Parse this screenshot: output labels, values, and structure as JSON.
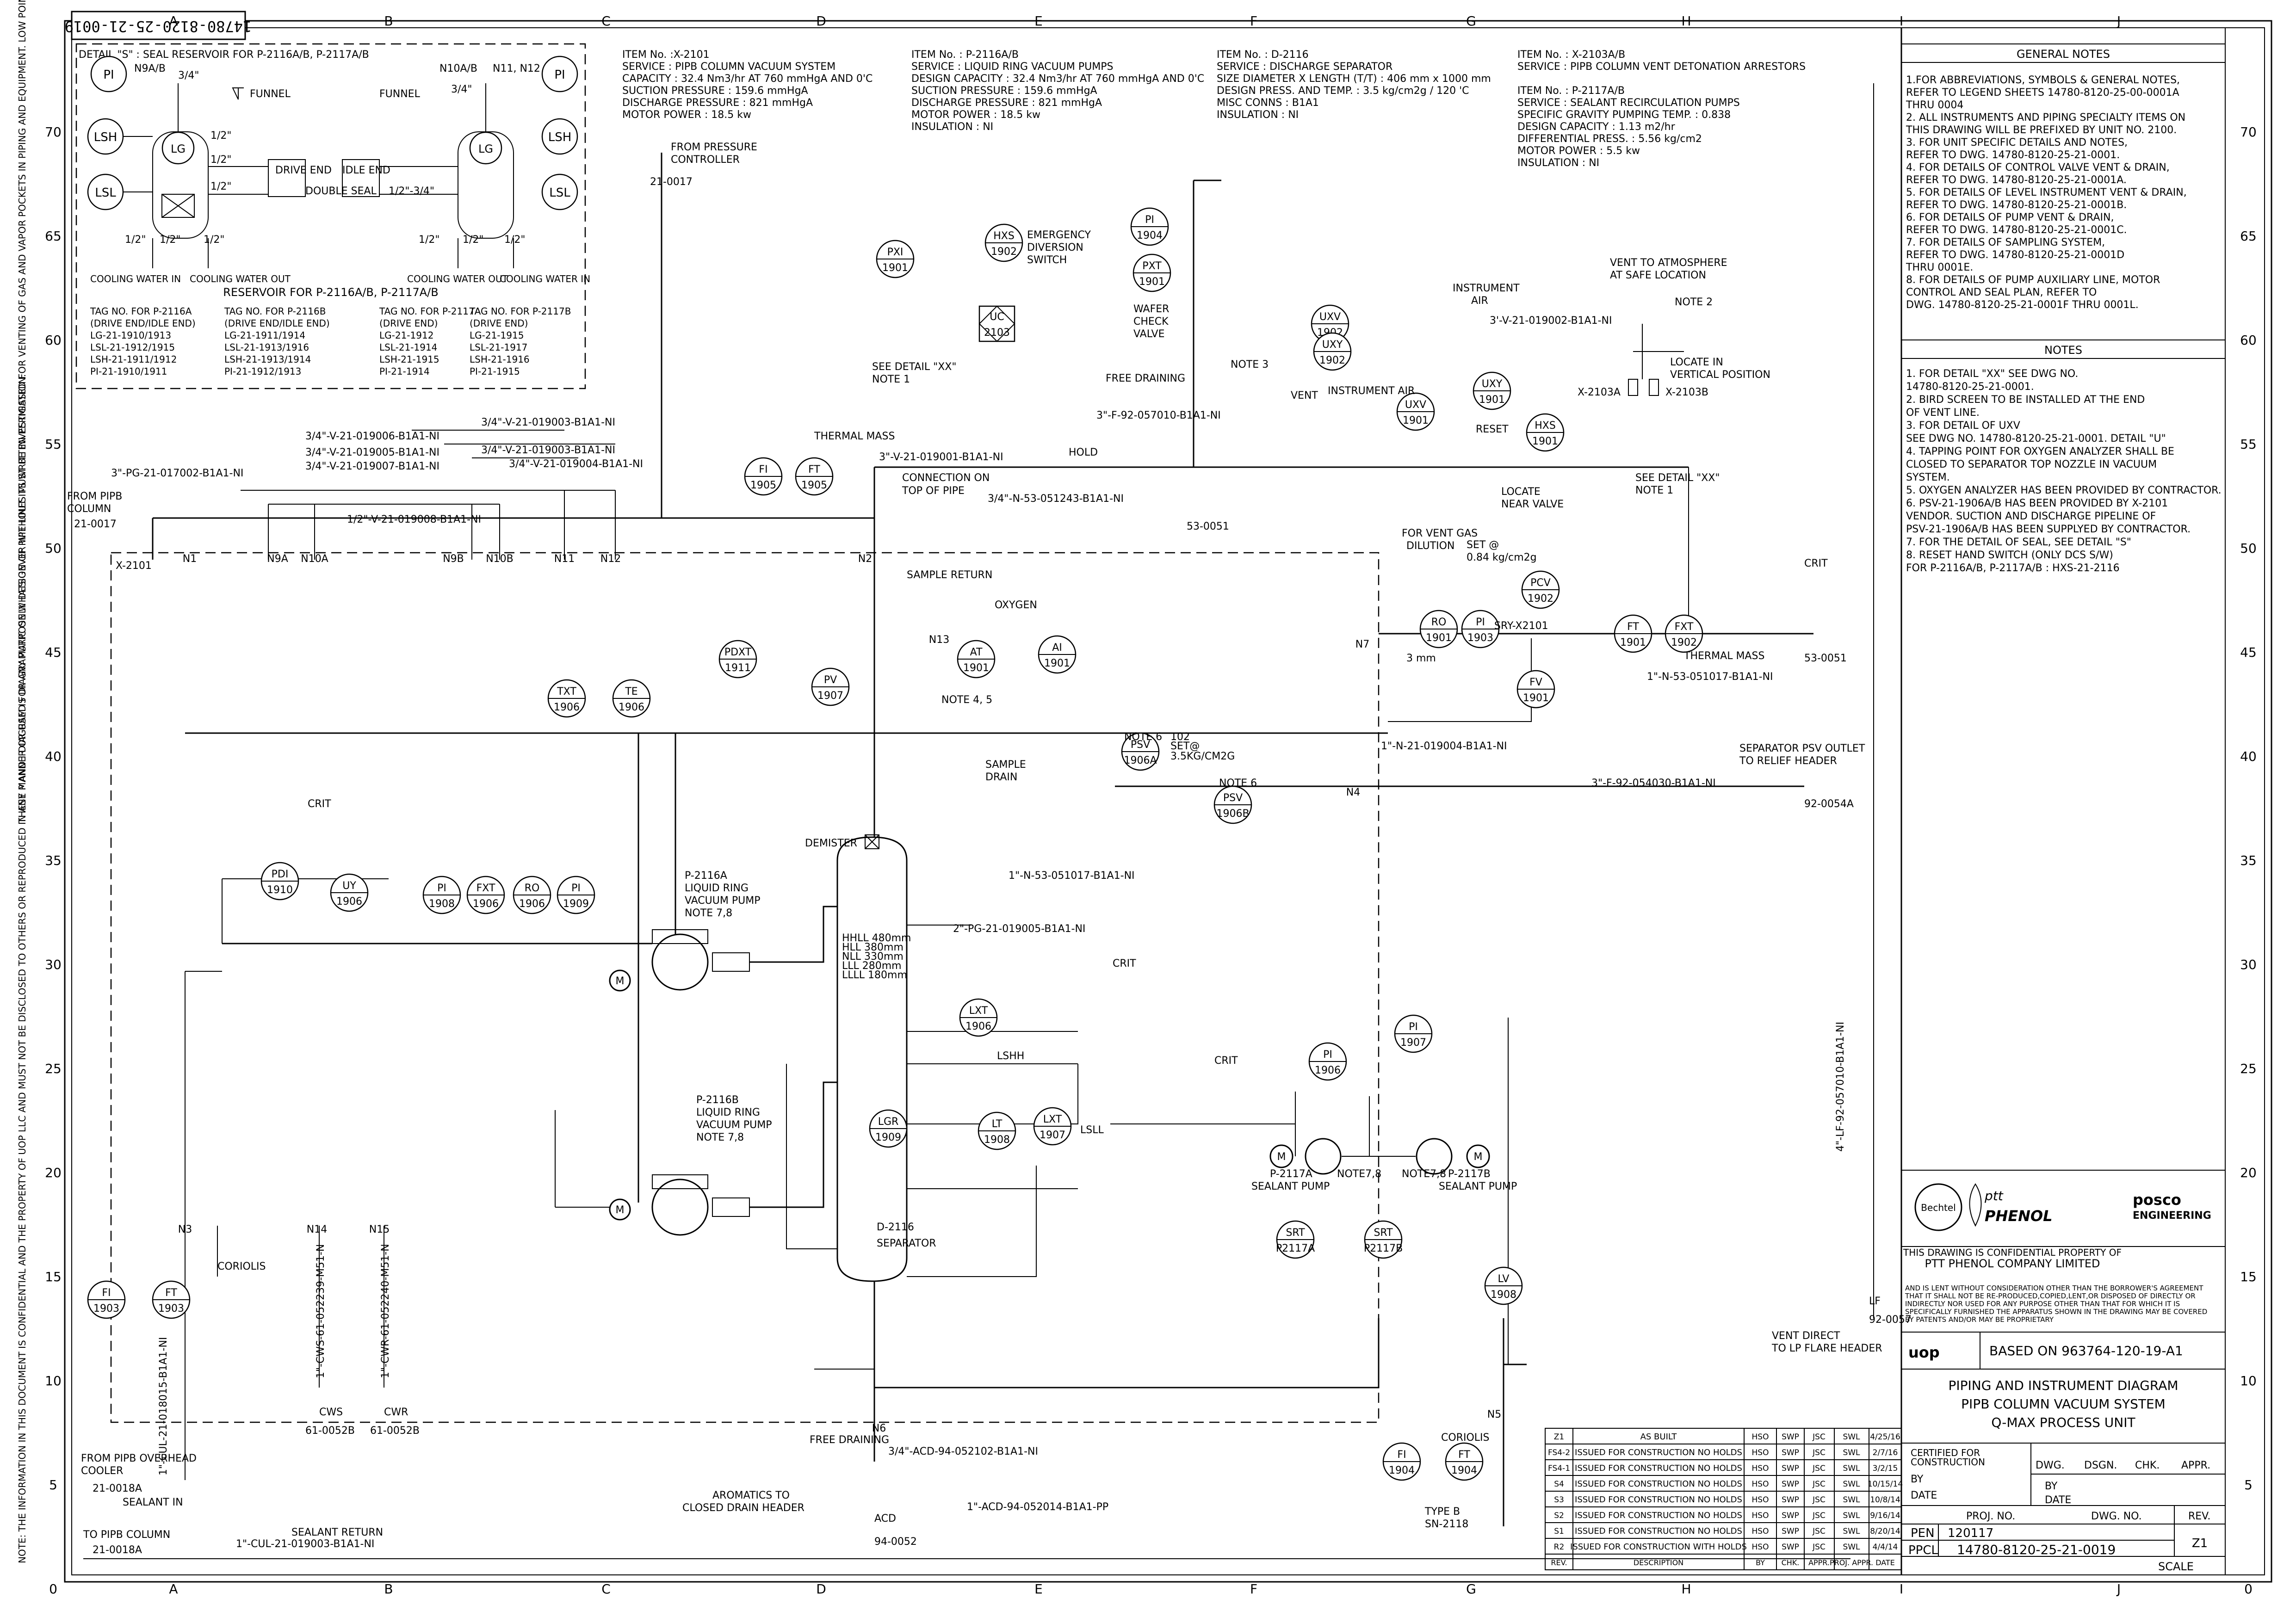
{
  "drawing_id_top": "14780-8120-25-21-0019",
  "col_letters": [
    "A",
    "B",
    "C",
    "D",
    "E",
    "F",
    "G",
    "H",
    "I",
    "J"
  ],
  "row_numbers": [
    "70",
    "65",
    "60",
    "55",
    "50",
    "45",
    "40",
    "35",
    "30",
    "25",
    "20",
    "15",
    "10",
    "5",
    "0"
  ],
  "detail_s": {
    "title": "DETAIL \"S\" : SEAL RESERVOIR FOR P-2116A/B, P-2117A/B",
    "subtitle": "RESERVOIR FOR P-2116A/B, P-2117A/B",
    "labels": [
      "PI",
      "LSH",
      "LG",
      "LSL",
      "N9A/B",
      "N10A/B",
      "N11, N12",
      "DRIVE END",
      "IDLE END",
      "DOUBLE SEAL",
      "FUNNEL",
      "COOLING WATER IN",
      "COOLING WATER OUT",
      "3/4\"",
      "1/2\"",
      "1/2\"-3/4\""
    ],
    "tag_table": [
      [
        "TAG NO. FOR P-2116A",
        "(DRIVE END/IDLE END)",
        "LG-21-1910/1913",
        "LSL-21-1912/1915",
        "LSH-21-1911/1912",
        "PI-21-1910/1911"
      ],
      [
        "TAG NO. FOR P-2116B",
        "(DRIVE END/IDLE END)",
        "LG-21-1911/1914",
        "LSL-21-1913/1916",
        "LSH-21-1913/1914",
        "PI-21-1912/1913"
      ],
      [
        "TAG NO. FOR P-2117A",
        "(DRIVE END)",
        "LG-21-1912",
        "LSL-21-1914",
        "LSH-21-1915",
        "PI-21-1914"
      ],
      [
        "TAG NO. FOR P-2117B",
        "(DRIVE END)",
        "LG-21-1915",
        "LSL-21-1917",
        "LSH-21-1916",
        "PI-21-1915"
      ]
    ]
  },
  "items": [
    {
      "lines": [
        "ITEM No. :X-2101",
        "SERVICE : PIPB COLUMN VACUUM SYSTEM",
        "CAPACITY : 32.4 Nm3/hr AT 760 mmHgA AND 0'C",
        "SUCTION PRESSURE : 159.6 mmHgA",
        "DISCHARGE PRESSURE : 821 mmHgA",
        "MOTOR POWER : 18.5 kw"
      ]
    },
    {
      "lines": [
        "ITEM No. : P-2116A/B",
        "SERVICE : LIQUID RING VACUUM PUMPS",
        "DESIGN CAPACITY : 32.4 Nm3/hr AT 760 mmHgA AND 0'C",
        "SUCTION PRESSURE : 159.6 mmHgA",
        "DISCHARGE PRESSURE : 821 mmHgA",
        "MOTOR POWER : 18.5 kw",
        "INSULATION : NI"
      ]
    },
    {
      "lines": [
        "ITEM No. : D-2116",
        "SERVICE : DISCHARGE SEPARATOR",
        "SIZE DIAMETER X LENGTH (T/T) : 406 mm x 1000 mm",
        "DESIGN PRESS. AND TEMP. : 3.5 kg/cm2g / 120 'C",
        "MISC CONNS : B1A1",
        "INSULATION : NI"
      ]
    },
    {
      "lines": [
        "ITEM No. : X-2103A/B",
        "SERVICE : PIPB COLUMN VENT DETONATION ARRESTORS",
        "",
        "ITEM No. : P-2117A/B",
        "SERVICE : SEALANT RECIRCULATION PUMPS",
        "SPECIFIC GRAVITY PUMPING TEMP. : 0.838",
        "DESIGN CAPACITY : 1.13 m2/hr",
        "DIFFERENTIAL PRESS. : 5.56 kg/cm2",
        "MOTOR POWER : 5.5 kw",
        "INSULATION : NI"
      ]
    }
  ],
  "general_notes_title": "GENERAL NOTES",
  "general_notes": [
    "1.FOR ABBREVIATIONS, SYMBOLS & GENERAL NOTES,",
    "   REFER TO LEGEND SHEETS 14780-8120-25-00-0001A",
    "   THRU 0004",
    "2. ALL INSTRUMENTS AND PIPING SPECIALTY ITEMS ON",
    "   THIS DRAWING WILL BE PREFIXED BY UNIT NO. 2100.",
    "3. FOR UNIT SPECIFIC DETAILS AND NOTES,",
    "   REFER TO DWG. 14780-8120-25-21-0001.",
    "4. FOR DETAILS OF CONTROL VALVE VENT & DRAIN,",
    "   REFER TO DWG. 14780-8120-25-21-0001A.",
    "5. FOR DETAILS OF LEVEL INSTRUMENT VENT & DRAIN,",
    "   REFER TO DWG. 14780-8120-25-21-0001B.",
    "6. FOR DETAILS OF PUMP VENT & DRAIN,",
    "   REFER TO DWG. 14780-8120-25-21-0001C.",
    "7. FOR DETAILS OF SAMPLING SYSTEM,",
    "   REFER TO DWG. 14780-8120-25-21-0001D",
    "   THRU 0001E.",
    "8. FOR DETAILS OF PUMP AUXILIARY LINE, MOTOR",
    "   CONTROL AND SEAL PLAN, REFER TO",
    "   DWG. 14780-8120-25-21-0001F THRU 0001L."
  ],
  "notes_title": "NOTES",
  "notes": [
    "1. FOR DETAIL \"XX\" SEE DWG NO.",
    "   14780-8120-25-21-0001.",
    "2. BIRD SCREEN TO BE INSTALLED AT THE END",
    "   OF VENT LINE.",
    "3. FOR DETAIL OF UXV",
    "   SEE DWG NO. 14780-8120-25-21-0001. DETAIL \"U\"",
    "4. TAPPING POINT FOR OXYGEN ANALYZER SHALL BE",
    "   CLOSED TO SEPARATOR TOP NOZZLE IN VACUUM",
    "   SYSTEM.",
    "5. OXYGEN ANALYZER HAS BEEN PROVIDED BY CONTRACTOR.",
    "6. PSV-21-1906A/B HAS BEEN PROVIDED BY X-2101",
    "   VENDOR. SUCTION AND DISCHARGE PIPELINE OF",
    "   PSV-21-1906A/B HAS BEEN SUPPLYED BY CONTRACTOR.",
    "7. FOR THE DETAIL OF SEAL, SEE DETAIL \"S\"",
    "8. RESET HAND SWITCH (ONLY DCS S/W)",
    "   FOR P-2116A/B, P-2117A/B : HXS-21-2116"
  ],
  "logos": {
    "bechtel": "Bechtel",
    "ptt": "PHENOL",
    "ptt_prefix": "ptt",
    "posco1": "posco",
    "posco2": "ENGINEERING",
    "uop": "uop"
  },
  "confidential": {
    "line1": "THIS DRAWING IS CONFIDENTIAL PROPERTY OF",
    "line2": "PTT PHENOL COMPANY LIMITED",
    "body": [
      "AND IS LENT WITHOUT CONSIDERATION OTHER THAN THE BORROWER'S AGREEMENT",
      "THAT IT SHALL NOT BE RE-PRODUCED,COPIED,LENT,OR DISPOSED OF DIRECTLY OR",
      "INDIRECTLY NOR USED FOR ANY PURPOSE OTHER THAN THAT FOR WHICH IT IS",
      "SPECIFICALLY FURNISHED THE APPARATUS SHOWN IN THE DRAWING MAY BE COVERED",
      "BY PATENTS AND/OR MAY BE PROPRIETARY"
    ]
  },
  "based_on": "BASED ON 963764-120-19-A1",
  "title_block": [
    "PIPING AND INSTRUMENT DIAGRAM",
    "PIPB COLUMN VACUUM SYSTEM",
    "Q-MAX PROCESS UNIT"
  ],
  "cert": {
    "certified": "CERTIFIED FOR",
    "construction": "CONSTRUCTION",
    "by": "BY",
    "date": "DATE",
    "cols": [
      "DWG.",
      "DSGN.",
      "CHK.",
      "APPR."
    ]
  },
  "proj_headers": [
    "PROJ. NO.",
    "DWG. NO.",
    "REV."
  ],
  "pen": "PEN",
  "proj_no": "120117",
  "ppcl": "PPCL",
  "dwg_no": "14780-8120-25-21-0019",
  "rev": "Z1",
  "scale": "SCALE",
  "revisions": [
    [
      "Z1",
      "AS BUILT",
      "HSO",
      "SWP",
      "JSC",
      "SWL",
      "4/25/16"
    ],
    [
      "FS4-2",
      "ISSUED FOR CONSTRUCTION NO HOLDS",
      "HSO",
      "SWP",
      "JSC",
      "SWL",
      "2/7/16"
    ],
    [
      "FS4-1",
      "ISSUED FOR CONSTRUCTION NO HOLDS",
      "HSO",
      "SWP",
      "JSC",
      "SWL",
      "3/2/15"
    ],
    [
      "S4",
      "ISSUED FOR CONSTRUCTION NO HOLDS",
      "HSO",
      "SWP",
      "JSC",
      "SWL",
      "10/15/14"
    ],
    [
      "S3",
      "ISSUED FOR CONSTRUCTION NO HOLDS",
      "HSO",
      "SWP",
      "JSC",
      "SWL",
      "10/8/14"
    ],
    [
      "S2",
      "ISSUED FOR CONSTRUCTION NO HOLDS",
      "HSO",
      "SWP",
      "JSC",
      "SWL",
      "9/16/14"
    ],
    [
      "S1",
      "ISSUED FOR CONSTRUCTION NO HOLDS",
      "HSO",
      "SWP",
      "JSC",
      "SWL",
      "8/20/14"
    ],
    [
      "R2",
      "ISSUED FOR CONSTRUCTION WITH HOLDS",
      "HSO",
      "SWP",
      "JSC",
      "SWL",
      "4/4/14"
    ]
  ],
  "rev_headers": [
    "REV.",
    "DESCRIPTION",
    "BY",
    "CHK.",
    "APPR.",
    "PROJ. APPR.",
    "DATE"
  ],
  "side_text_left": "THESE P AND I DIAGRAM IS DIAGRAMATIC ONLY. DESIGN OF PIPE LINES MUST BE INVESTIGATED FOR VENTING OF GAS AND VAPOR POCKETS IN PIPING AND EQUIPMENT. LOW POINTS IN PIPING, PUMPS AND EQUIPMENT FOR DRAINING AND ACCESSIBILITY OF ALL VALVES, FLANGES, INSTRUMENTS INCLUDING THERMOWELLS, ETC.",
  "side_text_left2": "NOTE: THE INFORMATION IN THIS DOCUMENT IS CONFIDENTIAL AND THE PROPERTY OF UOP LLC AND MUST NOT BE DISCLOSED TO OTHERS OR REPRODUCED IN ANY MANNER OR USED FOR ANY PURPOSE WHATSOEVER WITHOUT ITS WRITTEN PERMISSION.",
  "instruments": [
    {
      "t": "PI",
      "n": "1904"
    },
    {
      "t": "PXT",
      "n": "1901"
    },
    {
      "t": "HXS",
      "n": "1902"
    },
    {
      "t": "PXI",
      "n": "1901"
    },
    {
      "t": "UC",
      "n": "2103"
    },
    {
      "t": "UXV",
      "n": "1902"
    },
    {
      "t": "UXY",
      "n": "1902"
    },
    {
      "t": "FI",
      "n": "1905"
    },
    {
      "t": "FT",
      "n": "1905"
    },
    {
      "t": "RO",
      "n": "1901"
    },
    {
      "t": "PI",
      "n": "1903"
    },
    {
      "t": "PCV",
      "n": "1902"
    },
    {
      "t": "FV",
      "n": "1901"
    },
    {
      "t": "FT",
      "n": "1901"
    },
    {
      "t": "FXT",
      "n": "1902"
    },
    {
      "t": "UXV",
      "n": "1901"
    },
    {
      "t": "UXY",
      "n": "1901"
    },
    {
      "t": "HXS",
      "n": "1901"
    },
    {
      "t": "AT",
      "n": "1901"
    },
    {
      "t": "AI",
      "n": "1901"
    },
    {
      "t": "PDXT",
      "n": "1911"
    },
    {
      "t": "PV",
      "n": "1907"
    },
    {
      "t": "TXT",
      "n": "1906"
    },
    {
      "t": "TE",
      "n": "1906"
    },
    {
      "t": "PDI",
      "n": "1910"
    },
    {
      "t": "UY",
      "n": "1906"
    },
    {
      "t": "PI",
      "n": "1908"
    },
    {
      "t": "FXT",
      "n": "1906"
    },
    {
      "t": "RO",
      "n": "1906"
    },
    {
      "t": "PI",
      "n": "1909"
    },
    {
      "t": "LXT",
      "n": "1906"
    },
    {
      "t": "LT",
      "n": "1908"
    },
    {
      "t": "LXT",
      "n": "1907"
    },
    {
      "t": "LGR",
      "n": "1909"
    },
    {
      "t": "PI",
      "n": "1906"
    },
    {
      "t": "PI",
      "n": "1907"
    },
    {
      "t": "SRT",
      "n": "P2117A"
    },
    {
      "t": "SRT",
      "n": "P2117B"
    },
    {
      "t": "LV",
      "n": "1908"
    },
    {
      "t": "FI",
      "n": "1903"
    },
    {
      "t": "FT",
      "n": "1903"
    },
    {
      "t": "FI",
      "n": "1904"
    },
    {
      "t": "FT",
      "n": "1904"
    },
    {
      "t": "PSV",
      "n": "1906A"
    },
    {
      "t": "PSV",
      "n": "1906B"
    }
  ],
  "line_labels": [
    "3/4\"-V-21-019006-B1A1-NI",
    "3/4\"-V-21-019005-B1A1-NI",
    "3/4\"-V-21-019007-B1A1-NI",
    "3/4\"-V-21-019003-B1A1-NI",
    "3/4\"-V-21-019003-B1A1-NI",
    "3/4\"-V-21-019004-B1A1-NI",
    "3\"-PG-21-017002-B1A1-NI",
    "1/2\"-V-21-019008-B1A1-NI",
    "3\"-V-21-019001-B1A1-NI",
    "3/4\"-N-53-051243-B1A1-NI",
    "3\"-F-92-057010-B1A1-NI",
    "3'-V-21-019002-B1A1-NI",
    "1\"-N-53-051017-B1A1-NI",
    "1\"-N-21-019004-B1A1-NI",
    "3\"-F-92-054030-B1A1-NI",
    "1\"-N-53-051017-B1A1-NI",
    "2\"-PG-21-019005-B1A1-NI",
    "3/4\"-ACD-94-052102-B1A1-NI",
    "1\"-ACD-94-052014-B1A1-PP",
    "1\"-CUL-21-019003-B1A1-NI",
    "1\"-CUL-21-018015-B1A1-NI",
    "4\"-LF-92-057010-B1A1-NI",
    "1\"-CWS-61-052239-M51-N",
    "1\"-CWR-61-052240-M51-N"
  ],
  "callouts": {
    "from_pressure": "FROM PRESSURE",
    "controller": "CONTROLLER",
    "off_pg": "21-0017",
    "thermal_mass": "THERMAL MASS",
    "connection": "CONNECTION ON",
    "top_of_pipe": "TOP OF PIPE",
    "hold": "HOLD",
    "n53": "53-0051",
    "emergency1": "EMERGENCY",
    "emergency2": "DIVERSION",
    "emergency3": "SWITCH",
    "wafer1": "WAFER",
    "wafer2": "CHECK",
    "wafer3": "VALVE",
    "free_draining": "FREE DRAINING",
    "note3": "NOTE 3",
    "vent": "VENT",
    "instrument_air": "INSTRUMENT AIR",
    "instrument": "INSTRUMENT",
    "air": "AIR",
    "vent_atm1": "VENT TO ATMOSPHERE",
    "vent_atm2": "AT SAFE LOCATION",
    "note2": "NOTE 2",
    "locate1": "LOCATE IN",
    "locate2": "VERTICAL POSITION",
    "x2103a": "X-2103A",
    "x2103b": "X-2103B",
    "reset": "RESET",
    "locate_near1": "LOCATE",
    "locate_near2": "NEAR VALVE",
    "see_xx": "SEE DETAIL \"XX\"",
    "note1": "NOTE 1",
    "see_xx_note1a": "SEE DETAIL \"XX\"",
    "see_xx_note1b": "NOTE 1",
    "for_vent_gas1": "FOR VENT GAS",
    "for_vent_gas2": "DILUTION",
    "set1": "SET @",
    "set2": "0.84 kg/cm2g",
    "srv": "SRY-X2101",
    "three_mm": "3 mm",
    "thermal_mass2": "THERMAL MASS",
    "n53_2": "53-0051",
    "sep_psv1": "SEPARATOR PSV OUTLET",
    "sep_psv2": "TO RELIEF HEADER",
    "f92": "92-0054A",
    "sample_return": "SAMPLE RETURN",
    "oxygen": "OXYGEN",
    "note45": "NOTE 4, 5",
    "sample_drain1": "SAMPLE",
    "sample_drain2": "DRAIN",
    "demister": "DEMISTER",
    "hhll": "HHLL 480mm",
    "hll": "HLL 380mm",
    "nll": "NLL 330mm",
    "lll": "LLL 280mm",
    "llll": "LLLL 180mm",
    "d2116a": "D-2116",
    "d2116b": "SEPARATOR",
    "p2116a1": "P-2116A",
    "p2116a2": "LIQUID RING",
    "p2116a3": "VACUUM PUMP",
    "p2116a4": "NOTE 7,8",
    "p2116b1": "P-2116B",
    "p2116b2": "LIQUID RING",
    "p2116b3": "VACUUM PUMP",
    "p2116b4": "NOTE 7,8",
    "p2117a1": "P-2117A",
    "p2117a2": "SEALANT PUMP",
    "p2117b1": "P-2117B",
    "p2117b2": "SEALANT PUMP",
    "note78a": "NOTE7,8",
    "note78b": "NOTE7,8",
    "from_pipb1": "FROM PIPB",
    "from_pipb2": "COLUMN",
    "from_pipb_oh1": "FROM PIPB OVERHEAD",
    "from_pipb_oh2": "COOLER",
    "off_0018a": "21-0018A",
    "sealant_in": "SEALANT IN",
    "to_pipb": "TO PIPB COLUMN",
    "off_0018a_2": "21-0018A",
    "sealant_return": "SEALANT RETURN",
    "cws": "CWS",
    "cwr": "CWR",
    "n61a": "61-0052B",
    "n61b": "61-0052B",
    "free_drain_b": "FREE DRAINING",
    "aromatics1": "AROMATICS TO",
    "aromatics2": "CLOSED DRAIN HEADER",
    "acd": "ACD",
    "n94": "94-0052",
    "coriolis": "CORIOLIS",
    "type_b1": "TYPE B",
    "type_b2": "SN-2118",
    "vent_direct1": "VENT DIRECT",
    "vent_direct2": "TO LP FLARE HEADER",
    "lf": "LF",
    "n92": "92-0057",
    "x2101": "X-2101",
    "nozzles": [
      "N1",
      "N9A",
      "N10A",
      "N9B",
      "N10B",
      "N11",
      "N12",
      "N2",
      "N13",
      "N7",
      "N4",
      "N3",
      "N14",
      "N15",
      "N5",
      "N6"
    ],
    "note6a": "NOTE 6",
    "note6b": "NOTE 6",
    "psv_set1": "SET@",
    "psv_set2": "3.5KG/CM2G",
    "psv_set3": "102",
    "crit": "CRIT",
    "lsh": "LSHH",
    "lsll": "LSLL"
  }
}
